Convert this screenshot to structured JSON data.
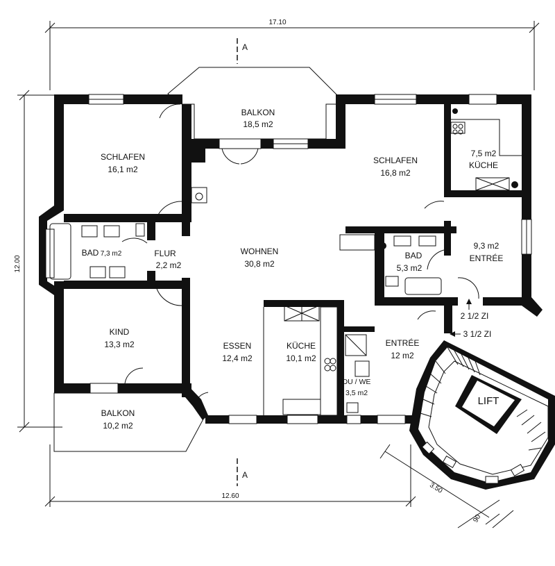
{
  "dimensions": {
    "top_width": "17.10",
    "left_height": "12.00",
    "bottom_width": "12.60",
    "stair_width": "3.50",
    "stair_depth": "90"
  },
  "section_marker": "A",
  "rooms": {
    "balkon_top": {
      "name": "BALKON",
      "area": "18,5 m2"
    },
    "schlafen_left": {
      "name": "SCHLAFEN",
      "area": "16,1 m2"
    },
    "bad_left": {
      "name": "BAD",
      "area": "7,3 m2"
    },
    "flur": {
      "name": "FLUR",
      "area": "2,2 m2"
    },
    "wohnen": {
      "name": "WOHNEN",
      "area": "30,8 m2"
    },
    "kind": {
      "name": "KIND",
      "area": "13,3 m2"
    },
    "essen": {
      "name": "ESSEN",
      "area": "12,4 m2"
    },
    "kueche_mid": {
      "name": "KÜCHE",
      "area": "10,1 m2"
    },
    "balkon_bottom": {
      "name": "BALKON",
      "area": "10,2 m2"
    },
    "schlafen_right": {
      "name": "SCHLAFEN",
      "area": "16,8 m2"
    },
    "kueche_right": {
      "name": "KÜCHE",
      "area": "7,5 m2"
    },
    "bad_right": {
      "name": "BAD",
      "area": "5,3 m2"
    },
    "entree_right": {
      "name": "ENTRÉE",
      "area": "9,3 m2"
    },
    "entree_center": {
      "name": "ENTRÉE",
      "area": "12 m2"
    },
    "du_we": {
      "name": "DU / WE",
      "area": "3,5 m2"
    },
    "lift": {
      "name": "LIFT"
    }
  },
  "unit_labels": {
    "two_half": "2 1/2 ZI",
    "three_half": "3 1/2 ZI"
  }
}
